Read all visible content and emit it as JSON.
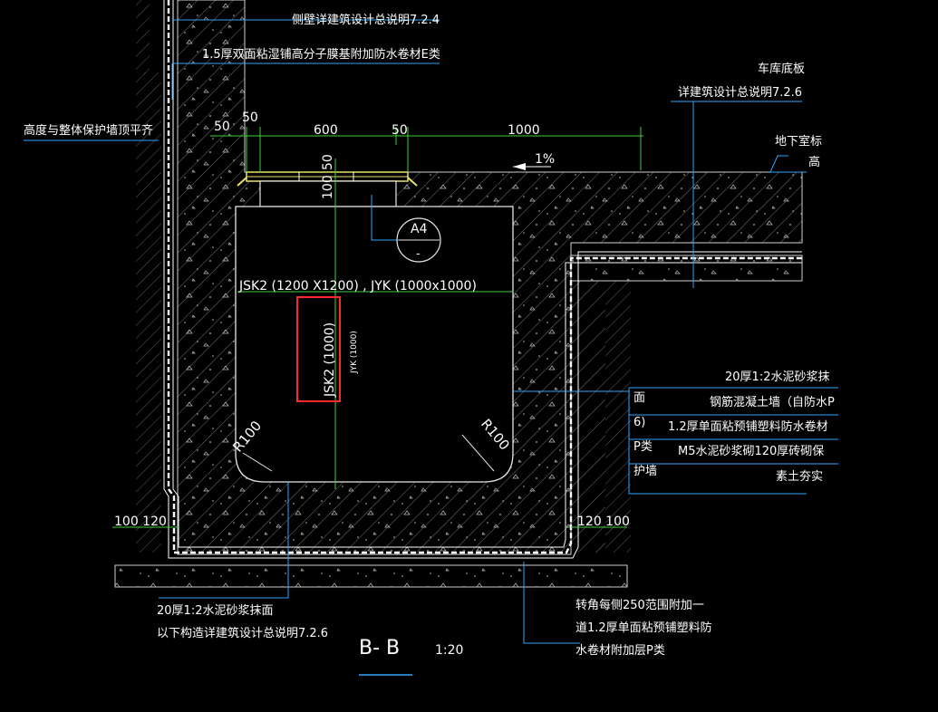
{
  "drawing": {
    "title": "B- B",
    "scale": "1:20",
    "colors": {
      "background": "#000000",
      "leader": "#2fa6ff",
      "dimension": "#3bd23b",
      "highlight_box": "#ff2a2a",
      "membrane": "#ffffff"
    }
  },
  "notes": {
    "top_wall": "侧壁详建筑设计总说明7.2.4",
    "top_membrane": "1.5厚双面粘湿铺高分子膜基附加防水卷材E类",
    "left_height": "高度与整体保护墙顶平齐",
    "garage_floor": "车库底板",
    "garage_floor_ref": "详建筑设计总说明7.2.6",
    "basement_mark": "地下室标",
    "basement_mark_2": "高",
    "bottom_left_1": "20厚1:2水泥砂浆抹面",
    "bottom_left_2": "以下构造详建筑设计总说明7.2.6",
    "bottom_right_1": "转角每侧250范围附加一",
    "bottom_right_2": "道1.2厚单面粘预铺塑料防",
    "bottom_right_3": "水卷材附加层P类"
  },
  "right_notes": {
    "items": [
      "20厚1:2水泥砂浆抹",
      "钢筋混凝土墙（自防水P",
      "1.2厚单面粘预铺塑料防水卷材",
      "M5水泥砂浆砌120厚砖砌保",
      "素土夯实"
    ],
    "side_chars": [
      "面",
      "6)",
      "P类",
      "护墙"
    ]
  },
  "dimensions": {
    "top": [
      "50",
      "50",
      "600",
      "50",
      "1000"
    ],
    "vertical": [
      "50",
      "100"
    ],
    "slope": "1%",
    "bottom_left": "100 120",
    "bottom_right": "120 100"
  },
  "tank": {
    "main_label": "JSK2 (1200 X1200) , JYK (1000x1000)",
    "vertical_label": "JSK2 (1000)",
    "vertical_label_small": "JYK (1000)",
    "radius_left": "R100",
    "radius_right": "R100",
    "detail_ref": "A4",
    "detail_sub": "-"
  }
}
